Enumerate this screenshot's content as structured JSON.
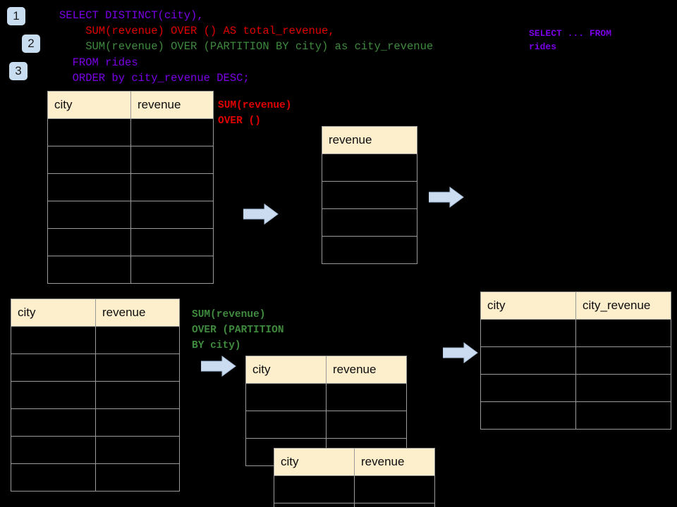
{
  "theme": {
    "background": "#000000",
    "badge_bg": "#c9ddf0",
    "table_header_bg": "#fdeecc",
    "table_border": "#9a9a9a",
    "arrow_fill": "#ccdcf0",
    "arrow_stroke": "#9fb8d4",
    "sql_purple": "#7a00e6",
    "sql_red": "#e00000",
    "sql_green": "#3f8a3f"
  },
  "badges": [
    {
      "label": "1"
    },
    {
      "label": "2"
    },
    {
      "label": "3"
    }
  ],
  "sql": {
    "line1": "SELECT DISTINCT(city),",
    "line2": "    SUM(revenue) OVER () AS total_revenue,",
    "line3": "    SUM(revenue) OVER (PARTITION BY city) as city_revenue",
    "line4": "  FROM rides",
    "line5": "  ORDER by city_revenue DESC;"
  },
  "sidenote": {
    "text": "SELECT ... FROM\nrides"
  },
  "annotations": {
    "total_revenue": "SUM(revenue)\nOVER ()",
    "city_revenue": "SUM(revenue)\nOVER (PARTITION\nBY city)"
  },
  "tables": {
    "source_top": {
      "name": "rides source table (top)",
      "columns": [
        "city",
        "revenue"
      ],
      "row_count": 6,
      "rows": [
        [
          "",
          ""
        ],
        [
          "",
          ""
        ],
        [
          "",
          ""
        ],
        [
          "",
          ""
        ],
        [
          "",
          ""
        ],
        [
          "",
          ""
        ]
      ]
    },
    "total_revenue": {
      "name": "total revenue intermediate",
      "columns": [
        "revenue"
      ],
      "row_count": 4,
      "rows": [
        [
          ""
        ],
        [
          ""
        ],
        [
          ""
        ],
        [
          ""
        ]
      ]
    },
    "source_bottom": {
      "name": "rides source table (bottom)",
      "columns": [
        "city",
        "revenue"
      ],
      "row_count": 6,
      "rows": [
        [
          "",
          ""
        ],
        [
          "",
          ""
        ],
        [
          "",
          ""
        ],
        [
          "",
          ""
        ],
        [
          "",
          ""
        ],
        [
          "",
          ""
        ]
      ]
    },
    "partition_back": {
      "name": "partition group (back)",
      "columns": [
        "city",
        "revenue"
      ],
      "row_count": 3,
      "rows": [
        [
          "",
          ""
        ],
        [
          "",
          ""
        ],
        [
          "",
          ""
        ]
      ]
    },
    "partition_front": {
      "name": "partition group (front)",
      "columns": [
        "city",
        "revenue"
      ],
      "row_count": 2,
      "rows": [
        [
          "",
          ""
        ],
        [
          "",
          ""
        ]
      ]
    },
    "result": {
      "name": "final result",
      "columns": [
        "city",
        "city_revenue"
      ],
      "row_count": 4,
      "rows": [
        [
          "",
          ""
        ],
        [
          "",
          ""
        ],
        [
          "",
          ""
        ],
        [
          "",
          ""
        ]
      ]
    }
  },
  "arrows": [
    {
      "name": "arrow-source-to-total"
    },
    {
      "name": "arrow-total-to-result"
    },
    {
      "name": "arrow-source-to-partition"
    },
    {
      "name": "arrow-partition-to-result"
    }
  ]
}
